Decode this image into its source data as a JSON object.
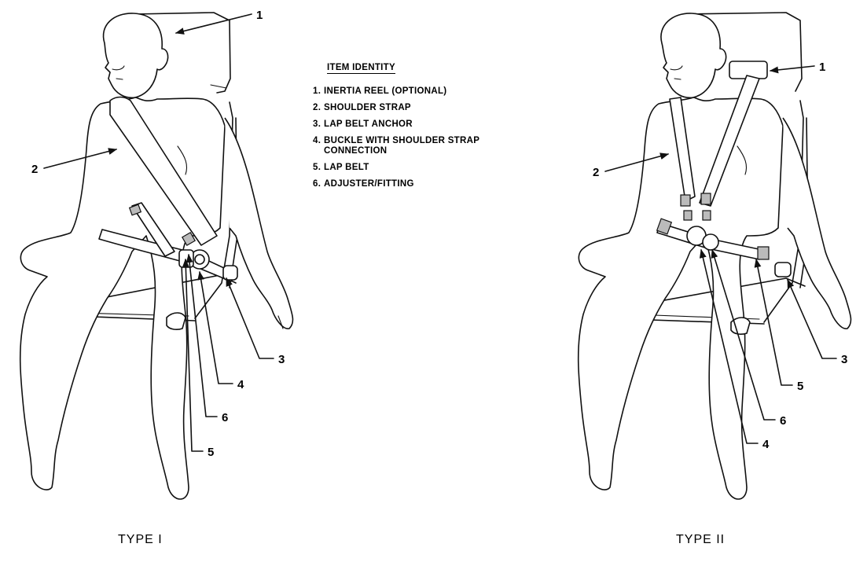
{
  "legend": {
    "title": "ITEM IDENTITY",
    "items": [
      {
        "num": "1.",
        "text": "INERTIA REEL (OPTIONAL)"
      },
      {
        "num": "2.",
        "text": "SHOULDER STRAP"
      },
      {
        "num": "3.",
        "text": "LAP BELT ANCHOR"
      },
      {
        "num": "4.",
        "text": "BUCKLE WITH SHOULDER STRAP CONNECTION"
      },
      {
        "num": "5.",
        "text": "LAP BELT"
      },
      {
        "num": "6.",
        "text": "ADJUSTER/FITTING"
      }
    ]
  },
  "figures": {
    "type1": {
      "caption": "TYPE I",
      "callouts": [
        "1",
        "2",
        "3",
        "4",
        "5",
        "6"
      ]
    },
    "type2": {
      "caption": "TYPE II",
      "callouts": [
        "1",
        "2",
        "3",
        "4",
        "5",
        "6"
      ]
    }
  }
}
